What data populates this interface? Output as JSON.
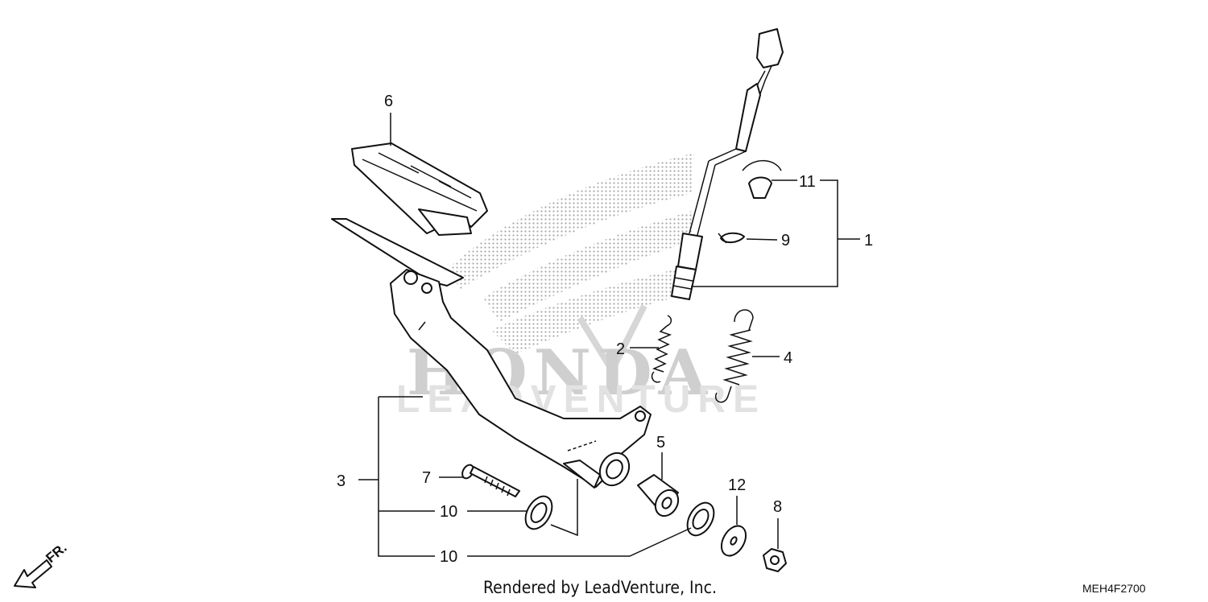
{
  "diagram": {
    "callouts": {
      "c1": "1",
      "c2": "2",
      "c3": "3",
      "c4": "4",
      "c5": "5",
      "c6": "6",
      "c7": "7",
      "c8": "8",
      "c9": "9",
      "c10a": "10",
      "c10b": "10",
      "c11": "11",
      "c12": "12"
    },
    "direction_label": "FR.",
    "watermark": {
      "brand": "HONDA",
      "vendor": "LEADVENTURE"
    },
    "footer": "Rendered by LeadVenture, Inc.",
    "diagram_code": "MEH4F2700"
  }
}
